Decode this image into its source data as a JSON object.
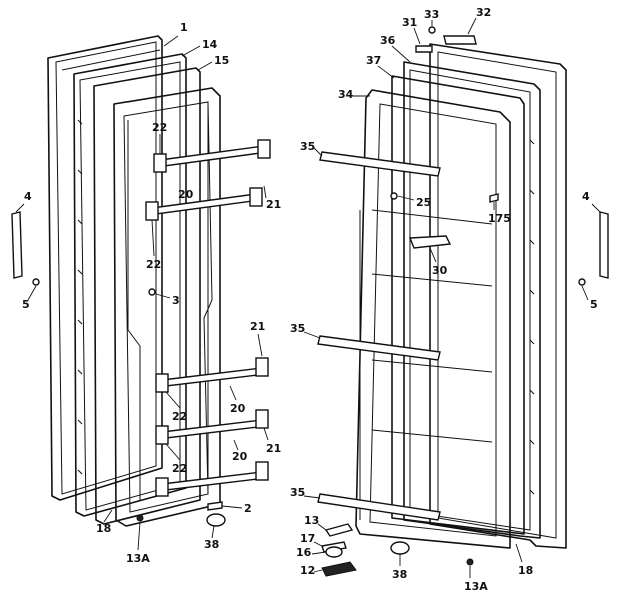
{
  "callouts": [
    {
      "id": "c1",
      "text": "1"
    },
    {
      "id": "c14",
      "text": "14"
    },
    {
      "id": "c15",
      "text": "15"
    },
    {
      "id": "c22a",
      "text": "22"
    },
    {
      "id": "c20a",
      "text": "20"
    },
    {
      "id": "c21a",
      "text": "21"
    },
    {
      "id": "c22b",
      "text": "22"
    },
    {
      "id": "c4l",
      "text": "4"
    },
    {
      "id": "c5l",
      "text": "5"
    },
    {
      "id": "c3",
      "text": "3"
    },
    {
      "id": "c21b",
      "text": "21"
    },
    {
      "id": "c20b",
      "text": "20"
    },
    {
      "id": "c22c",
      "text": "22"
    },
    {
      "id": "c21c",
      "text": "21"
    },
    {
      "id": "c20c",
      "text": "20"
    },
    {
      "id": "c22d",
      "text": "22"
    },
    {
      "id": "c2",
      "text": "2"
    },
    {
      "id": "c18l",
      "text": "18"
    },
    {
      "id": "c13al",
      "text": "13A"
    },
    {
      "id": "c38l",
      "text": "38"
    },
    {
      "id": "c31",
      "text": "31"
    },
    {
      "id": "c33",
      "text": "33"
    },
    {
      "id": "c32",
      "text": "32"
    },
    {
      "id": "c36",
      "text": "36"
    },
    {
      "id": "c37",
      "text": "37"
    },
    {
      "id": "c34",
      "text": "34"
    },
    {
      "id": "c35a",
      "text": "35"
    },
    {
      "id": "c25",
      "text": "25"
    },
    {
      "id": "c175",
      "text": "175"
    },
    {
      "id": "c4r",
      "text": "4"
    },
    {
      "id": "c5r",
      "text": "5"
    },
    {
      "id": "c30",
      "text": "30"
    },
    {
      "id": "c35b",
      "text": "35"
    },
    {
      "id": "c35c",
      "text": "35"
    },
    {
      "id": "c13",
      "text": "13"
    },
    {
      "id": "c17",
      "text": "17"
    },
    {
      "id": "c16",
      "text": "16"
    },
    {
      "id": "c12",
      "text": "12"
    },
    {
      "id": "c38r",
      "text": "38"
    },
    {
      "id": "c13ar",
      "text": "13A"
    },
    {
      "id": "c18r",
      "text": "18"
    }
  ]
}
